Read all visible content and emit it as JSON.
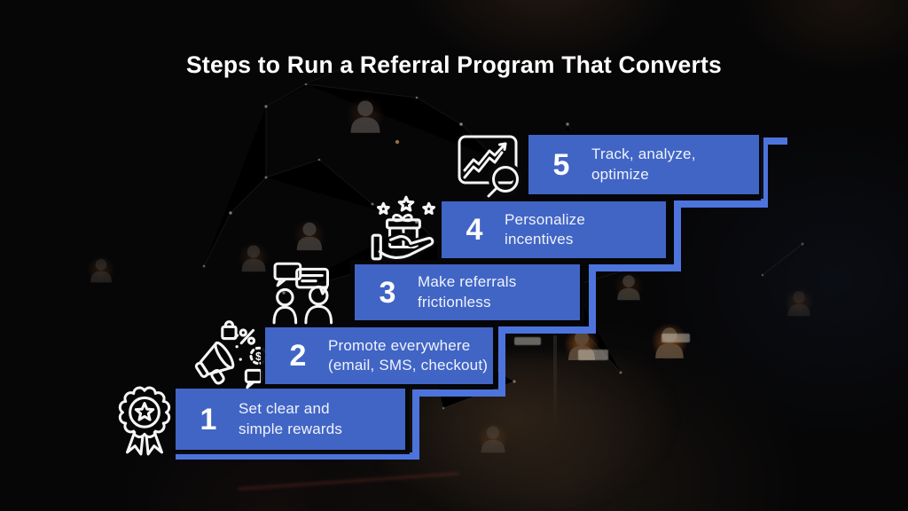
{
  "title": "Steps to Run a Referral Program That Converts",
  "steps": [
    {
      "number": "1",
      "line1": "Set clear and",
      "line2": "simple rewards",
      "icon": "award-badge-icon"
    },
    {
      "number": "2",
      "line1": "Promote everywhere",
      "line2": "(email, SMS, checkout)",
      "icon": "megaphone-icon"
    },
    {
      "number": "3",
      "line1": "Make referrals",
      "line2": "frictionless",
      "icon": "chat-people-icon"
    },
    {
      "number": "4",
      "line1": "Personalize",
      "line2": "incentives",
      "icon": "gift-hand-icon"
    },
    {
      "number": "5",
      "line1": "Track, analyze,",
      "line2": "optimize",
      "icon": "chart-magnifier-icon"
    }
  ],
  "colors": {
    "box_blue": "#4165c5",
    "line_blue": "#4d74dd",
    "text": "#f0f3fc",
    "background": "#060607"
  }
}
